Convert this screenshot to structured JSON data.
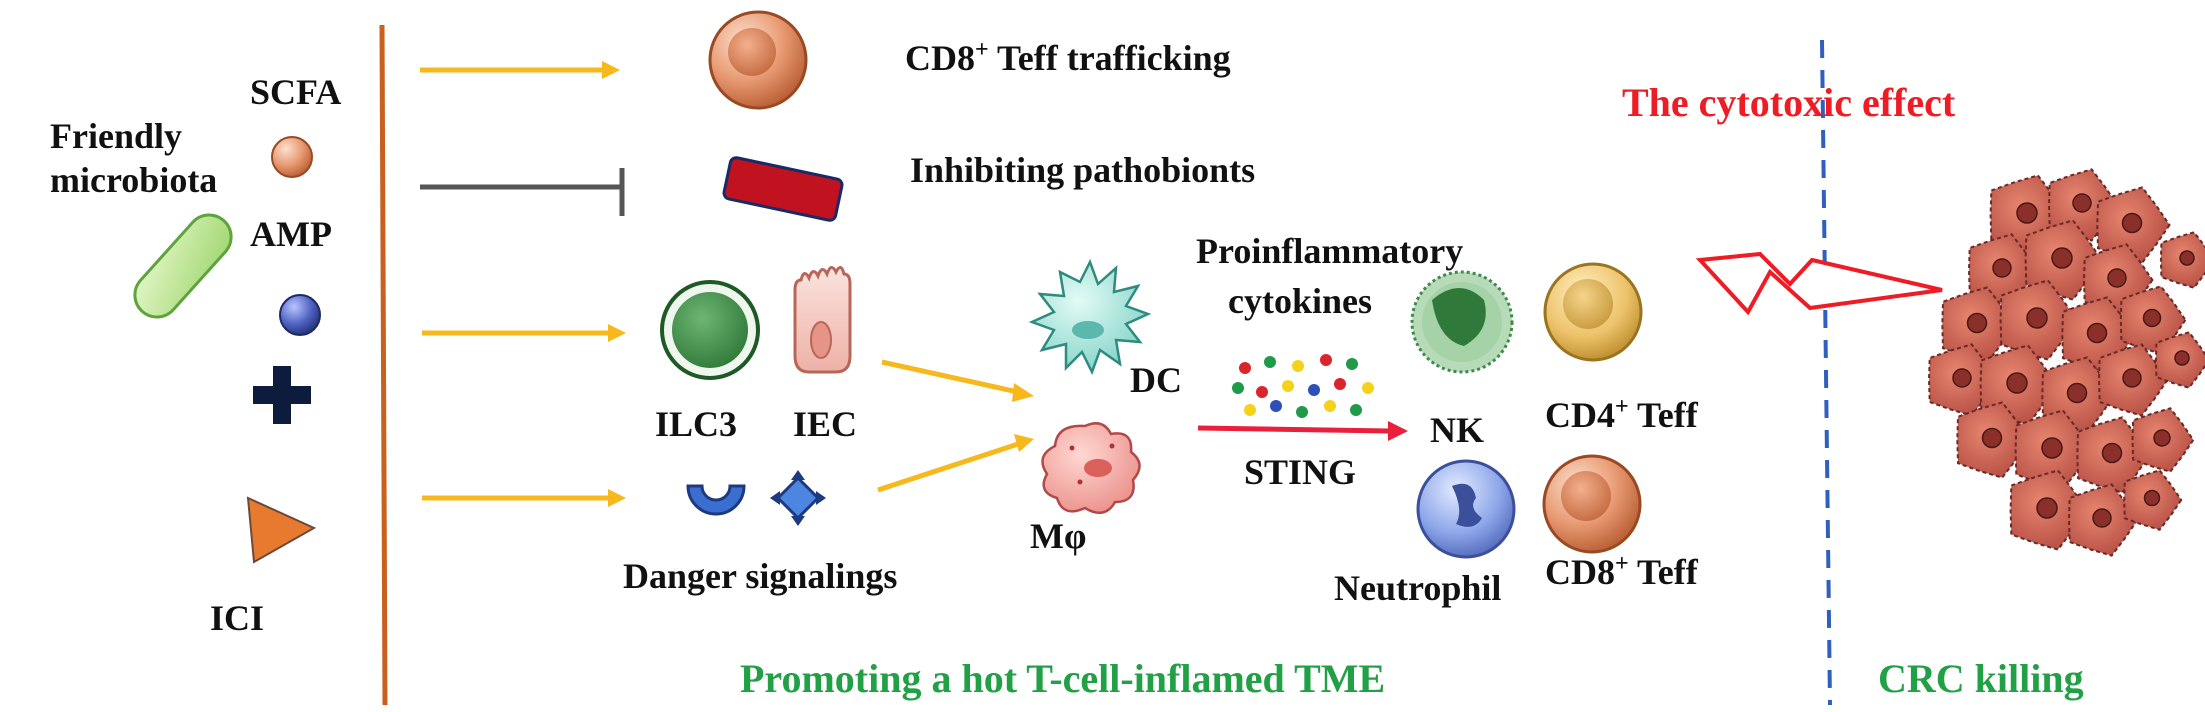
{
  "left": {
    "friendly_line1": "Friendly",
    "friendly_line2": "microbiota",
    "scfa": "SCFA",
    "amp": "AMP",
    "ici": "ICI"
  },
  "effects": {
    "cd8_pre": "CD8",
    "cd8_sup": "+",
    "cd8_post": " Teff trafficking",
    "inhibiting": "Inhibiting pathobionts"
  },
  "middle": {
    "ilc3": "ILC3",
    "iec": "IEC",
    "danger": "Danger signalings",
    "dc": "DC",
    "mphi": "Mφ",
    "proinflammatory_line1": "Proinflammatory",
    "proinflammatory_line2": "cytokines",
    "sting": "STING",
    "nk": "NK",
    "neutrophil": "Neutrophil",
    "cd4_pre": "CD4",
    "cd4_sup": "+",
    "cd4_post": " Teff",
    "cd8b_pre": "CD8",
    "cd8b_sup": "+",
    "cd8b_post": " Teff"
  },
  "banners": {
    "cytotoxic": "The cytotoxic effect",
    "hot_tme": "Promoting a hot T-cell-inflamed TME",
    "crc": "CRC killing"
  },
  "colors": {
    "arrow_yellow": "#f7b81d",
    "inhibit_gray": "#555555",
    "divider_orange": "#c8601e",
    "sting_red": "#e8203c",
    "accent_green": "#22a046",
    "accent_red": "#ee1c24",
    "dashed_blue": "#2f5fbf",
    "tumor": "#c0524a"
  },
  "icons": [
    "scfa-molecule-icon",
    "amp-molecule-icon",
    "bacteria-rod-icon",
    "cross-icon",
    "triangle-icon",
    "cd8-cell-icon",
    "pathobiont-rod-icon",
    "ilc3-cell-icon",
    "iec-cell-icon",
    "danger-cup-icon",
    "danger-diamond-icon",
    "dendritic-cell-icon",
    "macrophage-icon",
    "cytokine-dots-icon",
    "nk-cell-icon",
    "neutrophil-icon",
    "cd4-teff-icon",
    "cd8-teff-icon",
    "lightning-icon",
    "tumor-cluster-icon"
  ]
}
